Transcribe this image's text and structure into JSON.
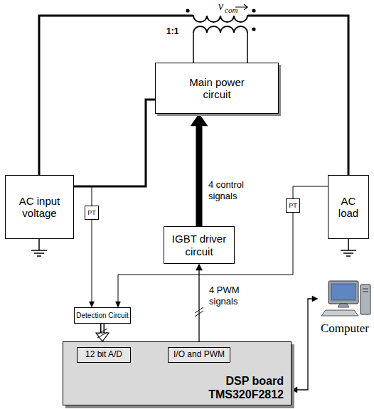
{
  "diagram": {
    "nodes": [
      {
        "text": [
          "Main power circuit"
        ]
      },
      {
        "text": [
          "AC input voltage"
        ]
      },
      {
        "text": [
          "PT"
        ]
      },
      {
        "text": [
          "AC load"
        ]
      },
      {
        "text": [
          "PT"
        ]
      },
      {
        "text": [
          "IGBT driver circuit"
        ]
      },
      {
        "text": [
          "Detection Circuit"
        ]
      },
      {
        "text": [
          "DSP board TMS320F2812"
        ]
      },
      {
        "text": [
          "12 bit A/D"
        ],
        "in": 7
      },
      {
        "text": [
          "I/O and PWM"
        ],
        "in": 7
      },
      {
        "text": [
          "Computer"
        ]
      }
    ],
    "edges": [
      {
        "from": 5,
        "to": 0,
        "arrow": "to",
        "label": "4 control signals"
      },
      {
        "from": 7,
        "to": 5,
        "arrow": "to",
        "label": "4 PWM signals"
      },
      {
        "from": 2,
        "to": 6,
        "arrow": "to"
      },
      {
        "from": 4,
        "to": 6,
        "arrow": "to"
      },
      {
        "from": 6,
        "to": 7,
        "arrow": "to"
      },
      {
        "from": 10,
        "to": 7,
        "arrow": "both"
      },
      {
        "from": 1,
        "to": 3,
        "arrow": "none"
      },
      {
        "from": 1,
        "to": 0,
        "arrow": "none"
      }
    ],
    "labels": [
      "v",
      "com",
      "1:1"
    ]
  }
}
